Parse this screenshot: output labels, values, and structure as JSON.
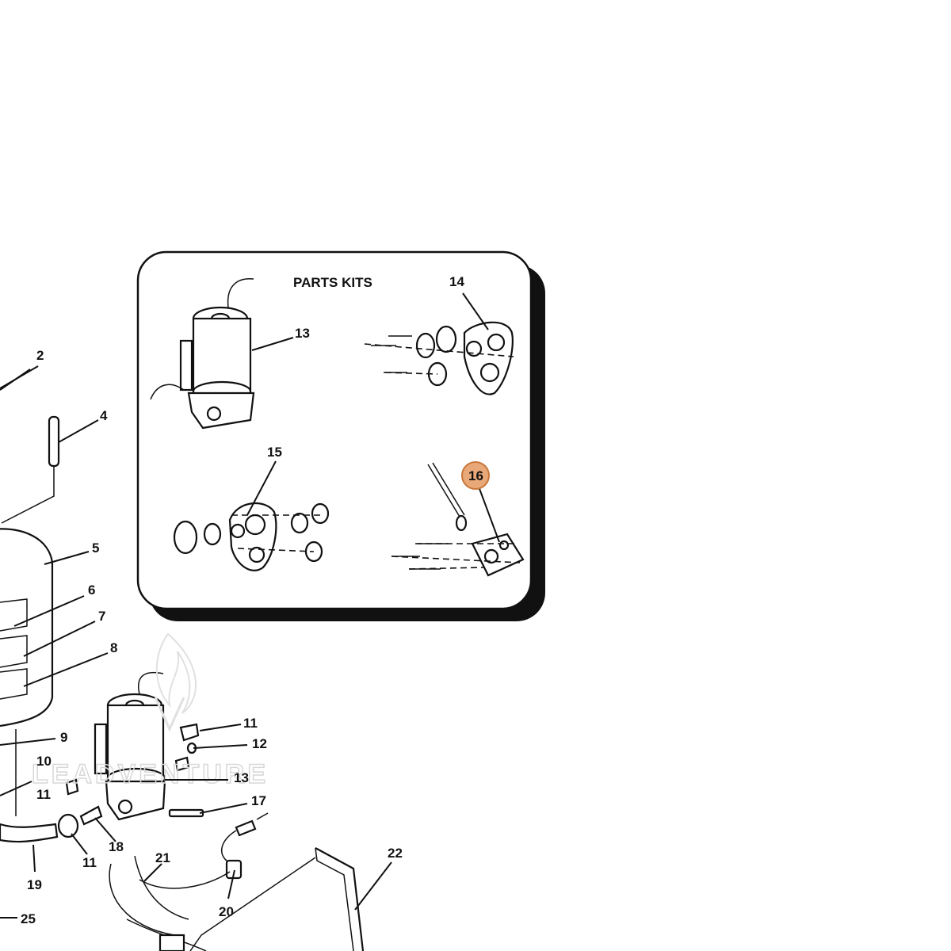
{
  "kit_box": {
    "title": "PARTS KITS"
  },
  "highlight": {
    "label": "16",
    "color": "#e8a878"
  },
  "watermark": {
    "text": "LEADVENTURE"
  },
  "callouts": {
    "c2": "2",
    "c4": "4",
    "c5": "5",
    "c6": "6",
    "c7": "7",
    "c8": "8",
    "c9": "9",
    "c10": "10",
    "c11a": "11",
    "c11b": "11",
    "c11c": "11",
    "c12": "12",
    "c13a": "13",
    "c13b": "13",
    "c14": "14",
    "c15": "15",
    "c16": "16",
    "c17": "17",
    "c18": "18",
    "c19": "19",
    "c20": "20",
    "c21": "21",
    "c22": "22",
    "c25": "25"
  }
}
